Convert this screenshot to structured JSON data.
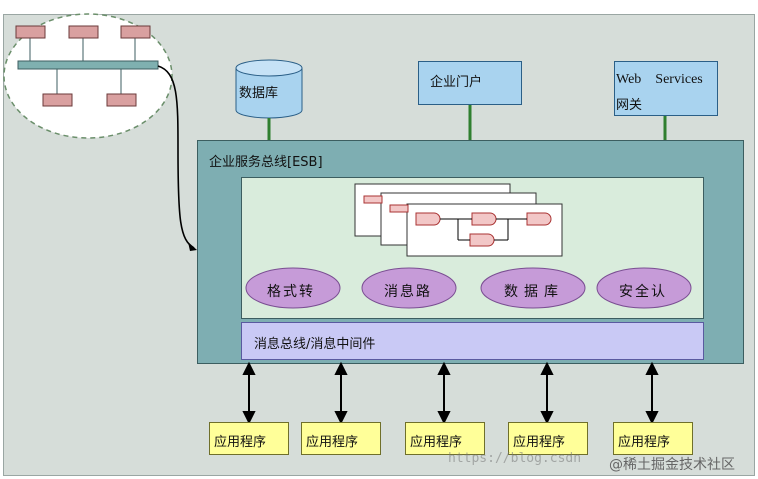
{
  "top_systems": {
    "database": "数据库",
    "portal": "企业门户",
    "webservices_line1": "Web    Services",
    "webservices_line2": "网关"
  },
  "esb": {
    "title": "企业服务总线[ESB]",
    "bus_label": "消息总线/消息中间件"
  },
  "services": [
    "格式转",
    "消息路",
    "数据库",
    "安全认"
  ],
  "apps": [
    "应用程序",
    "应用程序",
    "应用程序",
    "应用程序",
    "应用程序"
  ],
  "watermark": {
    "url": "https://blog.csdn",
    "brand": "@稀土掘金技术社区"
  },
  "colors": {
    "frame_bg": "#d6ddd9",
    "esb_outer": "#7eaeb2",
    "esb_inner": "#d9ecdc",
    "bus": "#c9c9f5",
    "ellipse": "#c69bd8",
    "app_box": "#ffff99",
    "top_box": "#a9d3ef",
    "stub": "#2f7f2f"
  }
}
